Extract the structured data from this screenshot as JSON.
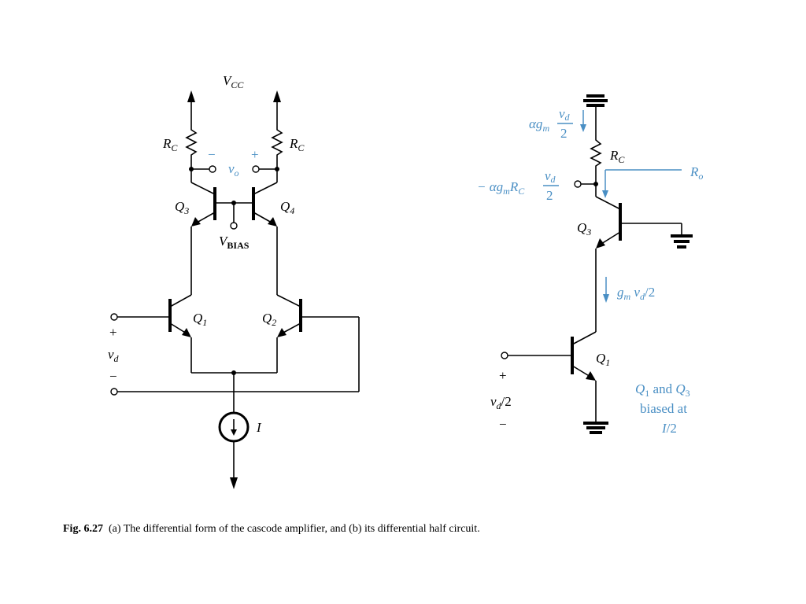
{
  "figure_a": {
    "supply": "V",
    "supply_sub": "CC",
    "rc_left": "R",
    "rc_left_sub": "C",
    "rc_right": "R",
    "rc_right_sub": "C",
    "out_minus": "−",
    "out_plus": "+",
    "vo": "v",
    "vo_sub": "o",
    "q3": "Q",
    "q3_sub": "3",
    "q4": "Q",
    "q4_sub": "4",
    "vbias": "V",
    "vbias_sub": "BIAS",
    "q1": "Q",
    "q1_sub": "1",
    "q2": "Q",
    "q2_sub": "2",
    "in_plus": "+",
    "vd": "v",
    "vd_sub": "d",
    "in_minus": "−",
    "current": "I"
  },
  "figure_b": {
    "alpha_gm": "αg",
    "alpha_gm_sub": "m",
    "frac_num": "v",
    "frac_num_sub": "d",
    "frac_den": "2",
    "rc": "R",
    "rc_sub": "C",
    "ro": "R",
    "ro_sub": "o",
    "out_expr": "− αg",
    "out_expr_sub": "m",
    "out_expr_r": "R",
    "out_expr_r_sub": "C",
    "out_frac_num": "v",
    "out_frac_num_sub": "d",
    "out_frac_den": "2",
    "q3": "Q",
    "q3_sub": "3",
    "gm_current": "g",
    "gm_current_sub": "m",
    "gm_current_rest": " v",
    "gm_current_vsub": "d",
    "gm_current_tail": "/2",
    "q1": "Q",
    "q1_sub": "1",
    "in_plus": "+",
    "vd2": "v",
    "vd2_sub": "d",
    "vd2_tail": "/2",
    "in_minus": "−",
    "note_line1_a": "Q",
    "note_line1_a_sub": "1",
    "note_line1_mid": " and ",
    "note_line1_b": "Q",
    "note_line1_b_sub": "3",
    "note_line2": "biased at",
    "note_line3_i": "I",
    "note_line3_rest": "/2"
  },
  "caption": {
    "label": "Fig. 6.27",
    "text": "(a) The differential form of the cascode amplifier, and  (b) its differential half circuit."
  }
}
